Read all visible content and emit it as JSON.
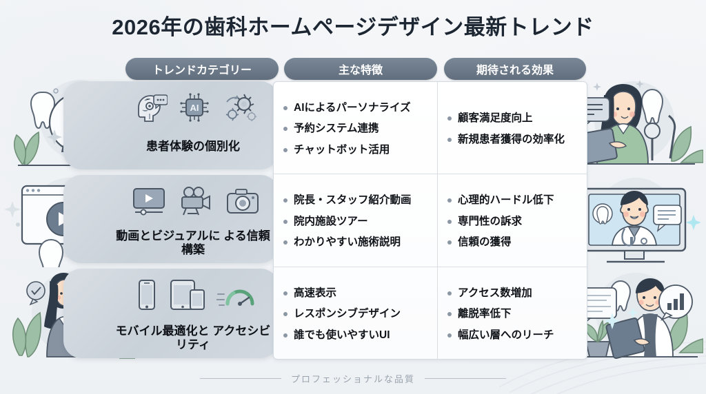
{
  "title": "2026年の歯科ホームページデザイン最新トレンド",
  "columns": {
    "category": "トレンドカテゴリー",
    "features": "主な特徴",
    "effects": "期待される効果"
  },
  "rows": [
    {
      "category": "患者体験の個別化",
      "category_icons": [
        "ai-robot-head-icon",
        "ai-chip-icon",
        "gears-icon"
      ],
      "features": [
        "AIによるパーソナライズ",
        "予約システム連携",
        "チャットボット活用"
      ],
      "effects": [
        "顧客満足度向上",
        "新規患者獲得の効率化"
      ],
      "left_illustration": "smiling-patient-portrait-with-ai-badge",
      "right_illustration": "woman-with-tablet-and-dental-tools"
    },
    {
      "category": "動画とビジュアルに よる信頼構築",
      "category_icons": [
        "video-player-icon",
        "movie-camera-icon",
        "photo-camera-icon"
      ],
      "features": [
        "院長・スタッフ紹介動画",
        "院内施設ツアー",
        "わかりやすい施術説明"
      ],
      "effects": [
        "心理的ハードル低下",
        "専門性の訴求",
        "信頼の獲得"
      ],
      "left_illustration": "video-window-with-tooth-and-camera",
      "right_illustration": "dentist-on-monitor-screen"
    },
    {
      "category": "モバイル最適化と アクセシビリティ",
      "category_icons": [
        "smartphone-icon",
        "tablet-and-phone-icon",
        "speed-gauge-icon"
      ],
      "features": [
        "高速表示",
        "レスポンシブデザイン",
        "誰でも使いやすいUI"
      ],
      "effects": [
        "アクセス数増加",
        "離脱率低下",
        "幅広い層へのリーチ"
      ],
      "left_illustration": "woman-with-tablet-and-profile-cards",
      "right_illustration": "doctor-with-tablet-and-chart-bubble"
    }
  ],
  "footer": {
    "text": "プロフェッショナルな品質"
  },
  "colors": {
    "title": "#1d2733",
    "pill_background": "#687585",
    "pill_text": "#ffffff",
    "bullet_dot": "#8b97a4",
    "card_background": "#ced5dd",
    "table_border": "#d4dae1",
    "accent_green": "#8fb89a",
    "page_background": "#f2f4f7",
    "footer_text": "#9aa4ae"
  }
}
